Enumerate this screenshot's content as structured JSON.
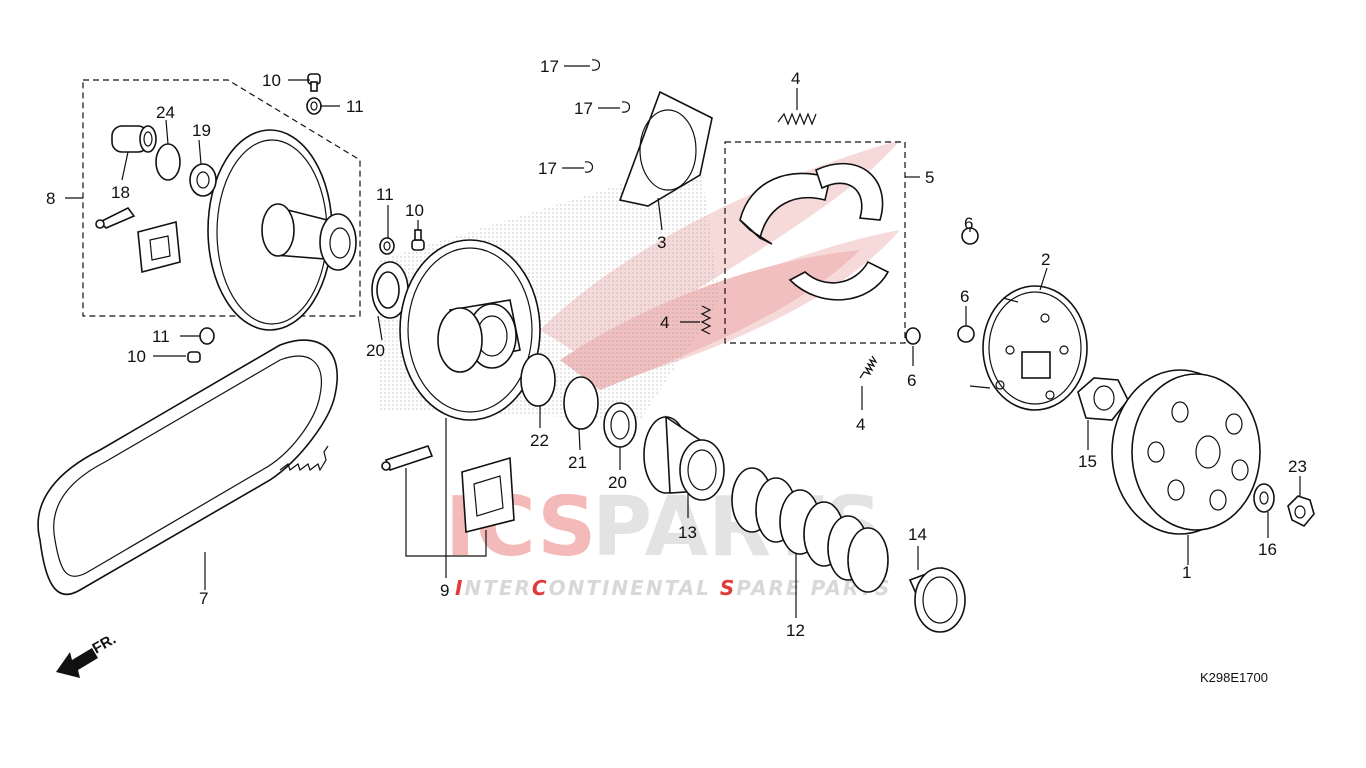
{
  "diagram_code": "K298E1700",
  "front_marker": "FR.",
  "watermark": {
    "brand_left": "ICS",
    "brand_right": "PARTS",
    "tagline_parts": [
      {
        "text": "I",
        "accent": true
      },
      {
        "text": "NTER",
        "accent": false
      },
      {
        "text": "C",
        "accent": true
      },
      {
        "text": "ONTINENTAL ",
        "accent": false
      },
      {
        "text": "S",
        "accent": true
      },
      {
        "text": "PARE PARTS",
        "accent": false
      }
    ]
  },
  "callouts": [
    {
      "id": "c1",
      "text": "1"
    },
    {
      "id": "c2",
      "text": "2"
    },
    {
      "id": "c3",
      "text": "3"
    },
    {
      "id": "c4a",
      "text": "4"
    },
    {
      "id": "c4b",
      "text": "4"
    },
    {
      "id": "c4c",
      "text": "4"
    },
    {
      "id": "c5",
      "text": "5"
    },
    {
      "id": "c6a",
      "text": "6"
    },
    {
      "id": "c6b",
      "text": "6"
    },
    {
      "id": "c6c",
      "text": "6"
    },
    {
      "id": "c7",
      "text": "7"
    },
    {
      "id": "c8",
      "text": "8"
    },
    {
      "id": "c9",
      "text": "9"
    },
    {
      "id": "c10a",
      "text": "10"
    },
    {
      "id": "c10b",
      "text": "10"
    },
    {
      "id": "c10c",
      "text": "10"
    },
    {
      "id": "c11a",
      "text": "11"
    },
    {
      "id": "c11b",
      "text": "11"
    },
    {
      "id": "c11c",
      "text": "11"
    },
    {
      "id": "c12",
      "text": "12"
    },
    {
      "id": "c13",
      "text": "13"
    },
    {
      "id": "c14",
      "text": "14"
    },
    {
      "id": "c15",
      "text": "15"
    },
    {
      "id": "c16",
      "text": "16"
    },
    {
      "id": "c17a",
      "text": "17"
    },
    {
      "id": "c17b",
      "text": "17"
    },
    {
      "id": "c17c",
      "text": "17"
    },
    {
      "id": "c18",
      "text": "18"
    },
    {
      "id": "c19",
      "text": "19"
    },
    {
      "id": "c20a",
      "text": "20"
    },
    {
      "id": "c20b",
      "text": "20"
    },
    {
      "id": "c21",
      "text": "21"
    },
    {
      "id": "c22",
      "text": "22"
    },
    {
      "id": "c23",
      "text": "23"
    },
    {
      "id": "c24",
      "text": "24"
    }
  ],
  "colors": {
    "watermark_grey": "#d8d8d8",
    "watermark_accent": "#e23a3a",
    "watermark_wing": "#f3c9c9",
    "line": "#111111"
  }
}
